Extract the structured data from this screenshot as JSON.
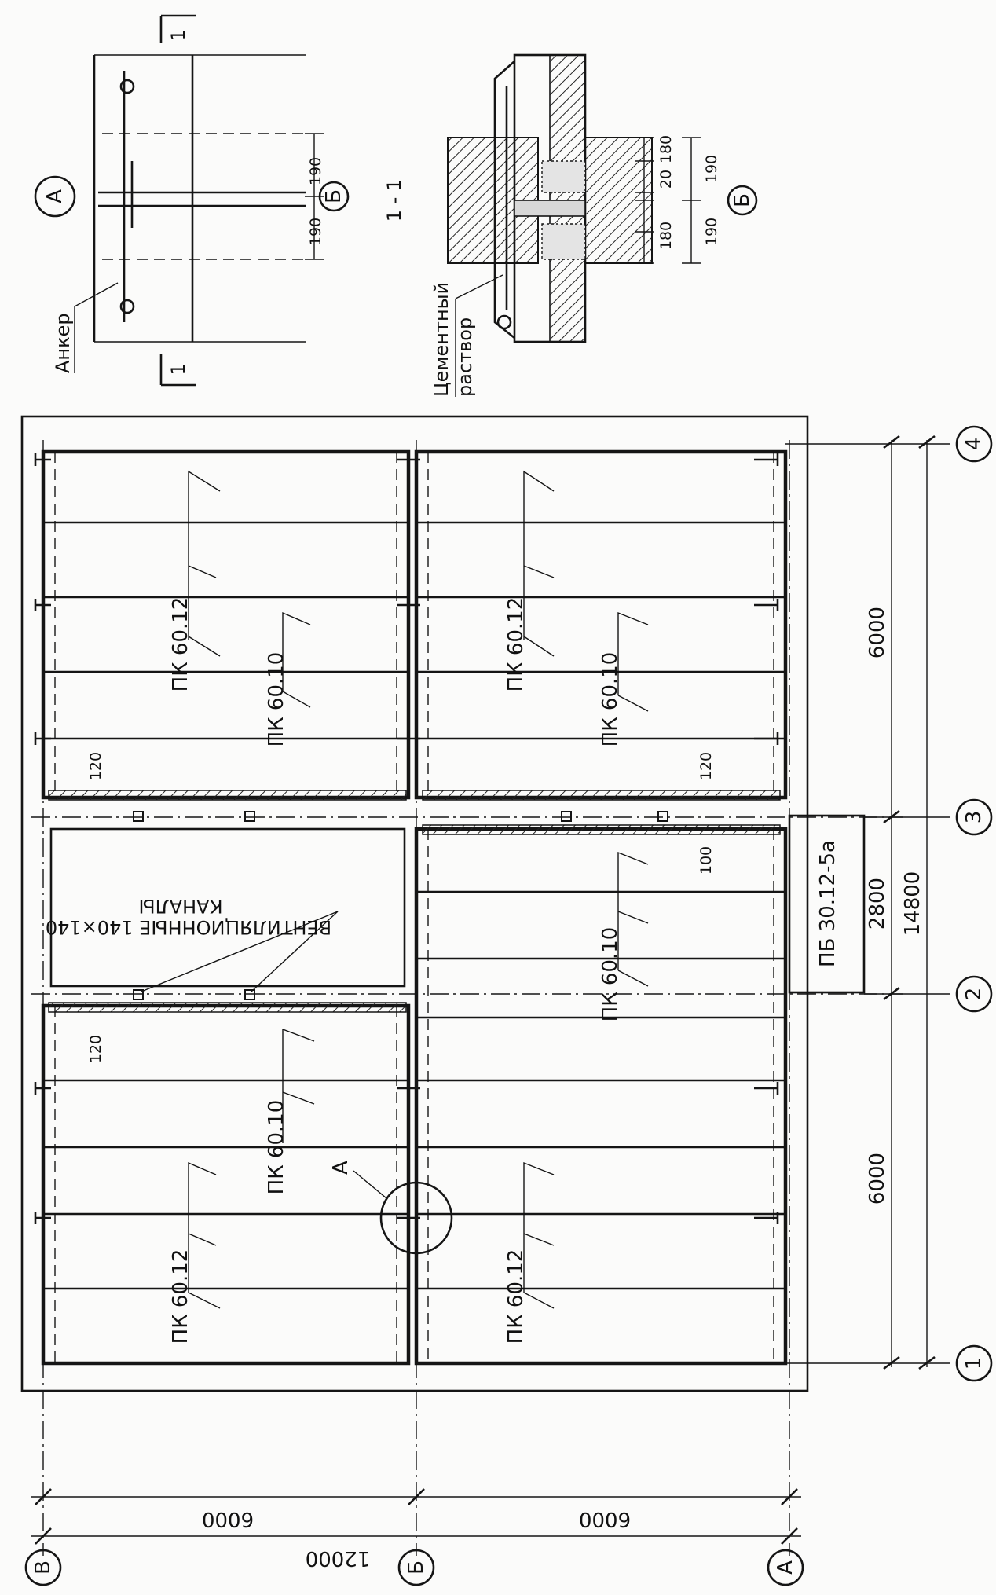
{
  "plan": {
    "axes": {
      "a": "А",
      "b": "Б",
      "v": "В",
      "n1": "1",
      "n2": "2",
      "n3": "3",
      "n4": "4"
    },
    "dims": {
      "d6000": "6000",
      "d2800": "2800",
      "d14800": "14800",
      "d12000": "12000",
      "d120": "120",
      "d100": "100"
    },
    "slab_pk6012": "ПК 60.12",
    "slab_pk6010": "ПК 60.10",
    "beam": "ПБ 30.12-5а",
    "duct_line1": "КАНАЛЫ",
    "duct_line2": "ВЕНТИЛЯЦИОННЫЕ 140×140",
    "callout_a": "А"
  },
  "detail_a": {
    "circle": "А",
    "cut_mark": "1",
    "anchor_label": "Анкер",
    "dim190": "190",
    "axis": "Б"
  },
  "section": {
    "title": "1 - 1",
    "mortar_line1": "Цементный",
    "mortar_line2": "раствор",
    "d180": "180",
    "d20": "20",
    "d190": "190",
    "axis": "Б"
  }
}
